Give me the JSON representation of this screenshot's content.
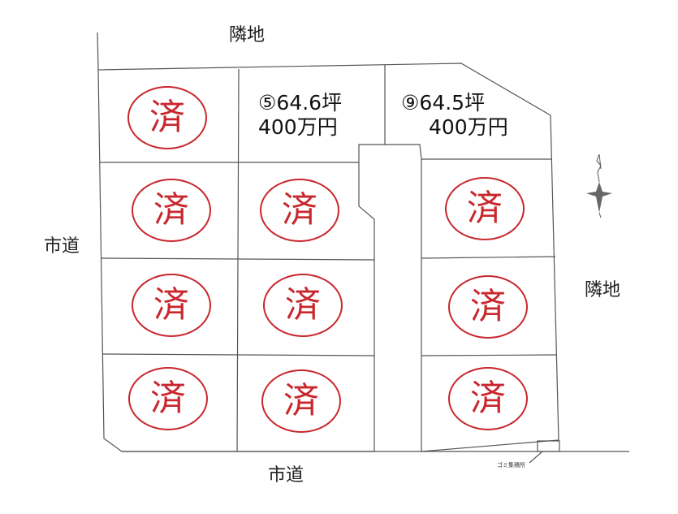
{
  "labels": {
    "top_neighbor": "隣地",
    "left_road": "市道",
    "right_neighbor": "隣地",
    "bottom_road": "市道",
    "garbage": "ゴミ集積所"
  },
  "stamp_text": "済",
  "lot5": {
    "area": "⑤64.6坪",
    "price": "400万円"
  },
  "lot9": {
    "area": "⑨64.5坪",
    "price": "400万円"
  },
  "colors": {
    "stamp": "#c8272d",
    "lines": "#555555"
  },
  "icons": [
    "compass-icon"
  ]
}
